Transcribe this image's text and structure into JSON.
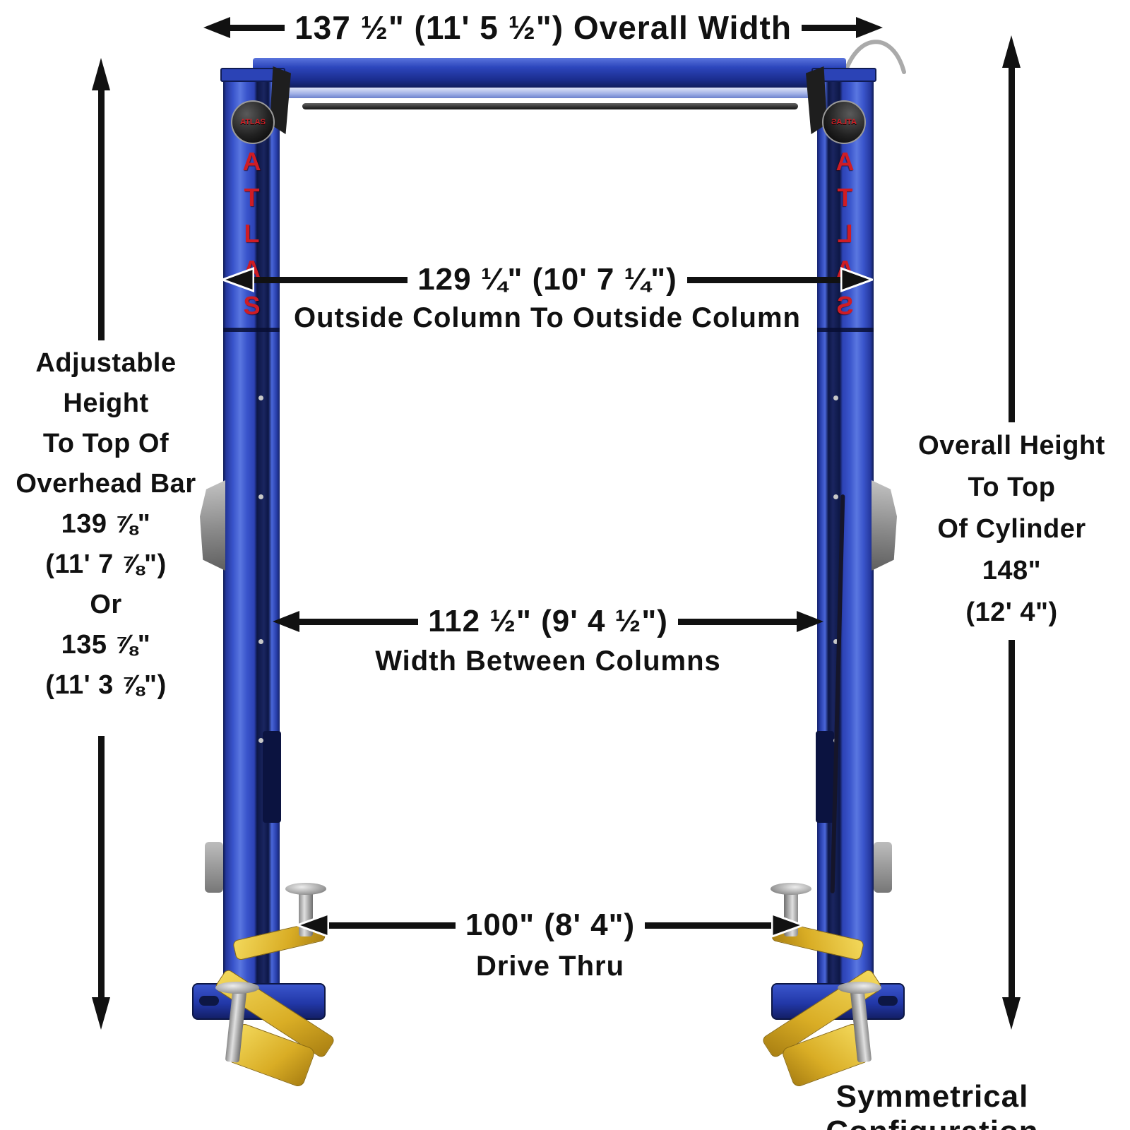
{
  "brand": "ATLAS",
  "top_dimension": {
    "text": "137 ½\" (11' 5 ½\") Overall Width"
  },
  "outside_columns": {
    "value": "129 ¼\" (10' 7 ¼\")",
    "label": "Outside Column To Outside Column"
  },
  "between_columns": {
    "value": "112 ½\" (9' 4 ½\")",
    "label": "Width Between Columns"
  },
  "drive_thru": {
    "value": "100\" (8' 4\")",
    "label": "Drive Thru"
  },
  "left_dimension": {
    "lines": [
      "Adjustable",
      "Height",
      "To Top Of",
      "Overhead Bar",
      "139 ⅞\"",
      "(11' 7 ⅞\")",
      "Or",
      "135 ⅞\"",
      "(11' 3 ⅞\")"
    ]
  },
  "right_dimension": {
    "lines": [
      "Overall Height",
      "To Top",
      "Of Cylinder",
      "148\"",
      "(12' 4\")"
    ]
  },
  "footer": "Symmetrical Configuration",
  "colors": {
    "column_blue": "#2c46bc",
    "column_dark": "#101c55",
    "arm_yellow": "#d9ad25",
    "brand_red": "#cf1c24",
    "annotation_black": "#111111"
  }
}
